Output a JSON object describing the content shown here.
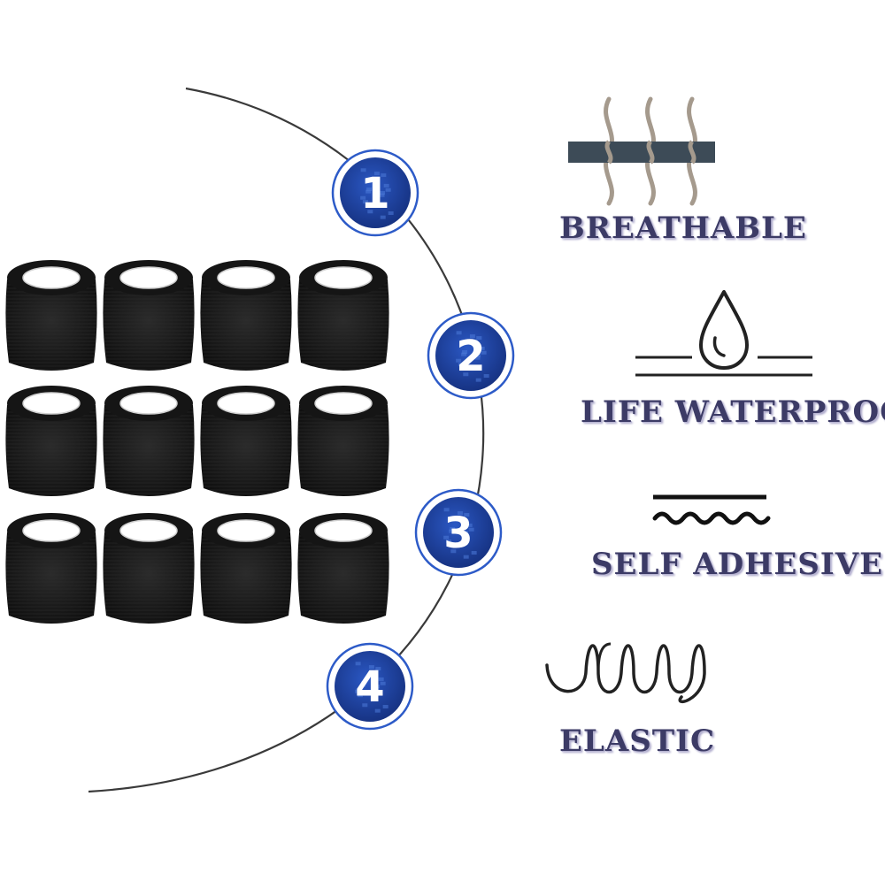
{
  "product": {
    "rolls": {
      "rows": 3,
      "cols": 4,
      "color": "#1a1a1a"
    }
  },
  "steps": [
    {
      "number": "1"
    },
    {
      "number": "2"
    },
    {
      "number": "3"
    },
    {
      "number": "4"
    }
  ],
  "features": [
    {
      "label": "BREATHABLE",
      "icon": "breathable-icon"
    },
    {
      "label": "LIFE WATERPROOF",
      "icon": "water-drop-icon"
    },
    {
      "label": "SELF ADHESIVE",
      "icon": "wave-line-icon"
    },
    {
      "label": "ELASTIC",
      "icon": "spring-coil-icon"
    }
  ],
  "colors": {
    "badge_blue": "#1e3f9c",
    "badge_ring": "#ffffff",
    "badge_outline": "#2d5bc8",
    "label_text": "#3c3b66",
    "bar_slate": "#3d4b57",
    "steam_gray": "#a59a8d"
  }
}
